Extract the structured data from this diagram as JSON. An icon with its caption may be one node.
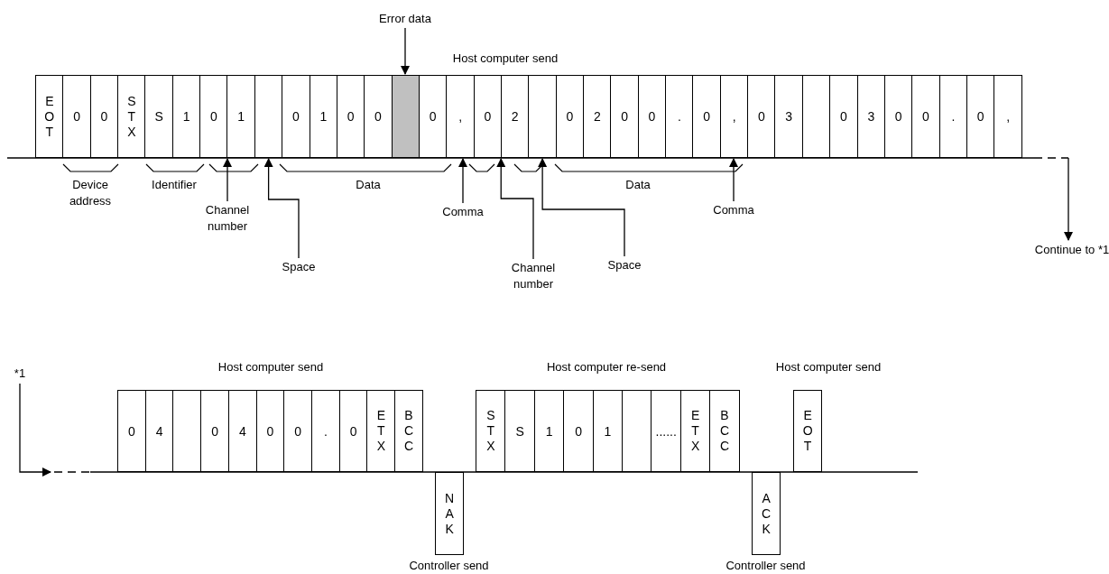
{
  "diagram": {
    "nodes": [
      {
        "text": [
          "Error data"
        ]
      },
      {
        "text": [
          "EOT"
        ]
      },
      {
        "text": [
          "0"
        ]
      },
      {
        "text": [
          "0"
        ]
      },
      {
        "text": [
          "STX"
        ]
      },
      {
        "text": [
          "S"
        ]
      },
      {
        "text": [
          "1"
        ]
      },
      {
        "text": [
          "0"
        ]
      },
      {
        "text": [
          "1"
        ]
      },
      {
        "text": [],
        "shape": "box"
      },
      {
        "text": [
          "0"
        ]
      },
      {
        "text": [
          "1"
        ]
      },
      {
        "text": [
          "0"
        ]
      },
      {
        "text": [
          "0"
        ]
      },
      {
        "text": [],
        "shape": "box"
      },
      {
        "text": [
          "0"
        ]
      },
      {
        "text": [
          ","
        ]
      },
      {
        "text": [
          "0"
        ]
      },
      {
        "text": [
          "2"
        ]
      },
      {
        "text": [],
        "shape": "box"
      },
      {
        "text": [
          "0"
        ]
      },
      {
        "text": [
          "2"
        ]
      },
      {
        "text": [
          "0"
        ]
      },
      {
        "text": [
          "0"
        ]
      },
      {
        "text": [
          "."
        ]
      },
      {
        "text": [
          "0"
        ]
      },
      {
        "text": [
          ","
        ]
      },
      {
        "text": [
          "0"
        ]
      },
      {
        "text": [
          "3"
        ]
      },
      {
        "text": [],
        "shape": "box"
      },
      {
        "text": [
          "0"
        ]
      },
      {
        "text": [
          "3"
        ]
      },
      {
        "text": [
          "0"
        ]
      },
      {
        "text": [
          "0"
        ]
      },
      {
        "text": [
          "."
        ]
      },
      {
        "text": [
          "0"
        ]
      },
      {
        "text": [
          ","
        ]
      },
      {
        "text": [
          "Channel number"
        ]
      },
      {
        "text": [
          "Space"
        ]
      },
      {
        "text": [
          "Comma"
        ]
      },
      {
        "text": [
          "Channel number"
        ]
      },
      {
        "text": [
          "Space"
        ]
      },
      {
        "text": [
          "Comma"
        ]
      },
      {
        "text": [
          "Continue to *1"
        ]
      },
      {
        "text": [
          "*1"
        ]
      },
      {
        "text": [
          "0"
        ]
      },
      {
        "text": [
          "4"
        ]
      },
      {
        "text": [],
        "shape": "box"
      },
      {
        "text": [
          "0"
        ]
      },
      {
        "text": [
          "4"
        ]
      },
      {
        "text": [
          "0"
        ]
      },
      {
        "text": [
          "0"
        ]
      },
      {
        "text": [
          "."
        ]
      },
      {
        "text": [
          "0"
        ]
      },
      {
        "text": [
          "ETX"
        ]
      },
      {
        "text": [
          "BCC"
        ]
      },
      {
        "text": [
          "NAK"
        ],
        "beside": [
          "Controller send"
        ]
      },
      {
        "text": [
          "STX"
        ]
      },
      {
        "text": [
          "S"
        ]
      },
      {
        "text": [
          "1"
        ]
      },
      {
        "text": [
          "0"
        ]
      },
      {
        "text": [
          "1"
        ]
      },
      {
        "text": [],
        "shape": "box"
      },
      {
        "text": [
          "......"
        ]
      },
      {
        "text": [
          "ETX"
        ]
      },
      {
        "text": [
          "BCC"
        ]
      },
      {
        "text": [
          "ACK"
        ],
        "beside": [
          "Controller send"
        ]
      },
      {
        "text": [
          "EOT"
        ]
      }
    ],
    "edges": [
      {
        "from": 0,
        "to": 14,
        "arrow": "to"
      },
      {
        "from": 37,
        "to": 7,
        "arrow": "to"
      },
      {
        "from": 38,
        "to": 9,
        "arrow": "to"
      },
      {
        "from": 39,
        "to": 16,
        "arrow": "to"
      },
      {
        "from": 40,
        "to": 17,
        "arrow": "to"
      },
      {
        "from": 41,
        "to": 19,
        "arrow": "to"
      },
      {
        "from": 42,
        "to": 26,
        "arrow": "to"
      },
      {
        "from": null,
        "to": 43,
        "arrow": "to"
      },
      {
        "from": 44,
        "to": null,
        "arrow": "to"
      }
    ],
    "labels": [
      "Host computer send",
      "Device address",
      "Identifier",
      "Data",
      "Data",
      "Host computer send",
      "Host computer re-send",
      "Host computer send"
    ]
  }
}
